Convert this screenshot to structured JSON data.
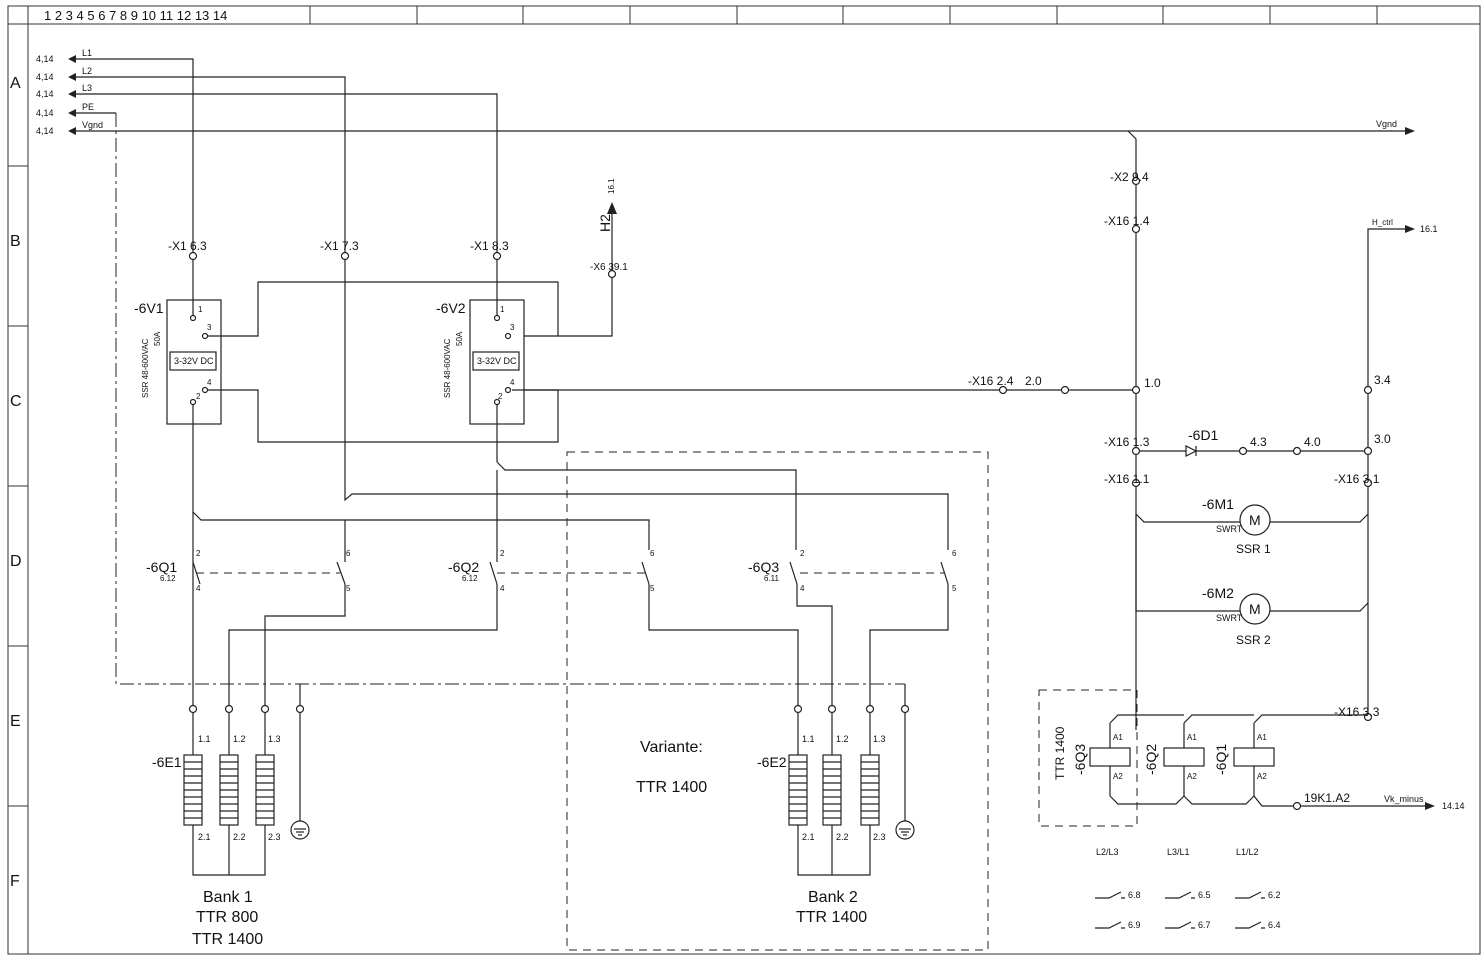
{
  "frame": {
    "columns": "1 2 3 4 5 6 7 8 9 10 11 12 13 14",
    "rows": [
      "A",
      "B",
      "C",
      "D",
      "E",
      "F"
    ]
  },
  "bus": {
    "ref": "4,14",
    "lines": [
      "L1",
      "L2",
      "L3",
      "PE",
      "Vgnd"
    ],
    "vgnd_right": "Vgnd"
  },
  "terminals": {
    "x1_6": "-X1 6.3",
    "x1_7": "-X1 7.3",
    "x1_8": "-X1 8.3",
    "x6": "-X6 39.1",
    "h2": "H2",
    "h2_ref": "16.1",
    "x2": "-X2 9.4",
    "x16_14": "-X16 1.4",
    "h_ctrl": "H_ctrl",
    "h_ctrl_ref": "16.1",
    "x16_24": "-X16 2.4",
    "n20": "2.0",
    "n10": "1.0",
    "n34": "3.4",
    "x16_13": "-X16 1.3",
    "d1": "-6D1",
    "n43": "4.3",
    "n40": "4.0",
    "n30": "3.0",
    "x16_11": "-X16 1.1",
    "x16_31": "-X16 3.1",
    "x16_33": "-X16 3.3",
    "k1": "19K1.A2",
    "vk": "Vk_minus",
    "vk_ref": "14.14"
  },
  "ssr": [
    {
      "tag": "-6V1",
      "rating": "SSR 48-600VAC",
      "amps": "50A",
      "ctrl": "3-32V DC",
      "p1": "1",
      "p2": "2",
      "p3": "3",
      "p4": "4"
    },
    {
      "tag": "-6V2",
      "rating": "SSR 48-600VAC",
      "amps": "50A",
      "ctrl": "3-32V DC",
      "p1": "1",
      "p2": "2",
      "p3": "3",
      "p4": "4"
    }
  ],
  "switches": [
    {
      "tag": "-6Q1",
      "ref": "6.12",
      "t2": "2",
      "t4": "4",
      "t6": "6",
      "t5": "5"
    },
    {
      "tag": "-6Q2",
      "ref": "6.12",
      "t2": "2",
      "t4": "4",
      "t6": "6",
      "t5": "5"
    },
    {
      "tag": "-6Q3",
      "ref": "6.11",
      "t2": "2",
      "t4": "4",
      "t6": "6",
      "t5": "5"
    }
  ],
  "motors": [
    {
      "tag": "-6M1",
      "type": "SWRT",
      "symbol": "M",
      "label": "SSR 1"
    },
    {
      "tag": "-6M2",
      "type": "SWRT",
      "symbol": "M",
      "label": "SSR 2"
    }
  ],
  "heaters": [
    {
      "tag": "-6E1",
      "top": [
        "1.1",
        "1.2",
        "1.3"
      ],
      "bottom": [
        "2.1",
        "2.2",
        "2.3"
      ],
      "bank": "Bank 1",
      "models": [
        "TTR  800",
        "TTR 1400"
      ]
    },
    {
      "tag": "-6E2",
      "top": [
        "1.1",
        "1.2",
        "1.3"
      ],
      "bottom": [
        "2.1",
        "2.2",
        "2.3"
      ],
      "bank": "Bank 2",
      "models": [
        "TTR 1400"
      ]
    }
  ],
  "variant": {
    "title": "Variante:",
    "model": "TTR 1400"
  },
  "coils": {
    "group": "TTR 1400",
    "items": [
      {
        "tag": "-6Q3",
        "a1": "A1",
        "a2": "A2",
        "contacts": "L2/L3",
        "ref1": "6.8",
        "ref2": "6.9"
      },
      {
        "tag": "-6Q2",
        "a1": "A1",
        "a2": "A2",
        "contacts": "L3/L1",
        "ref1": "6.5",
        "ref2": "6.7"
      },
      {
        "tag": "-6Q1",
        "a1": "A1",
        "a2": "A2",
        "contacts": "L1/L2",
        "ref1": "6.2",
        "ref2": "6.4"
      }
    ]
  }
}
